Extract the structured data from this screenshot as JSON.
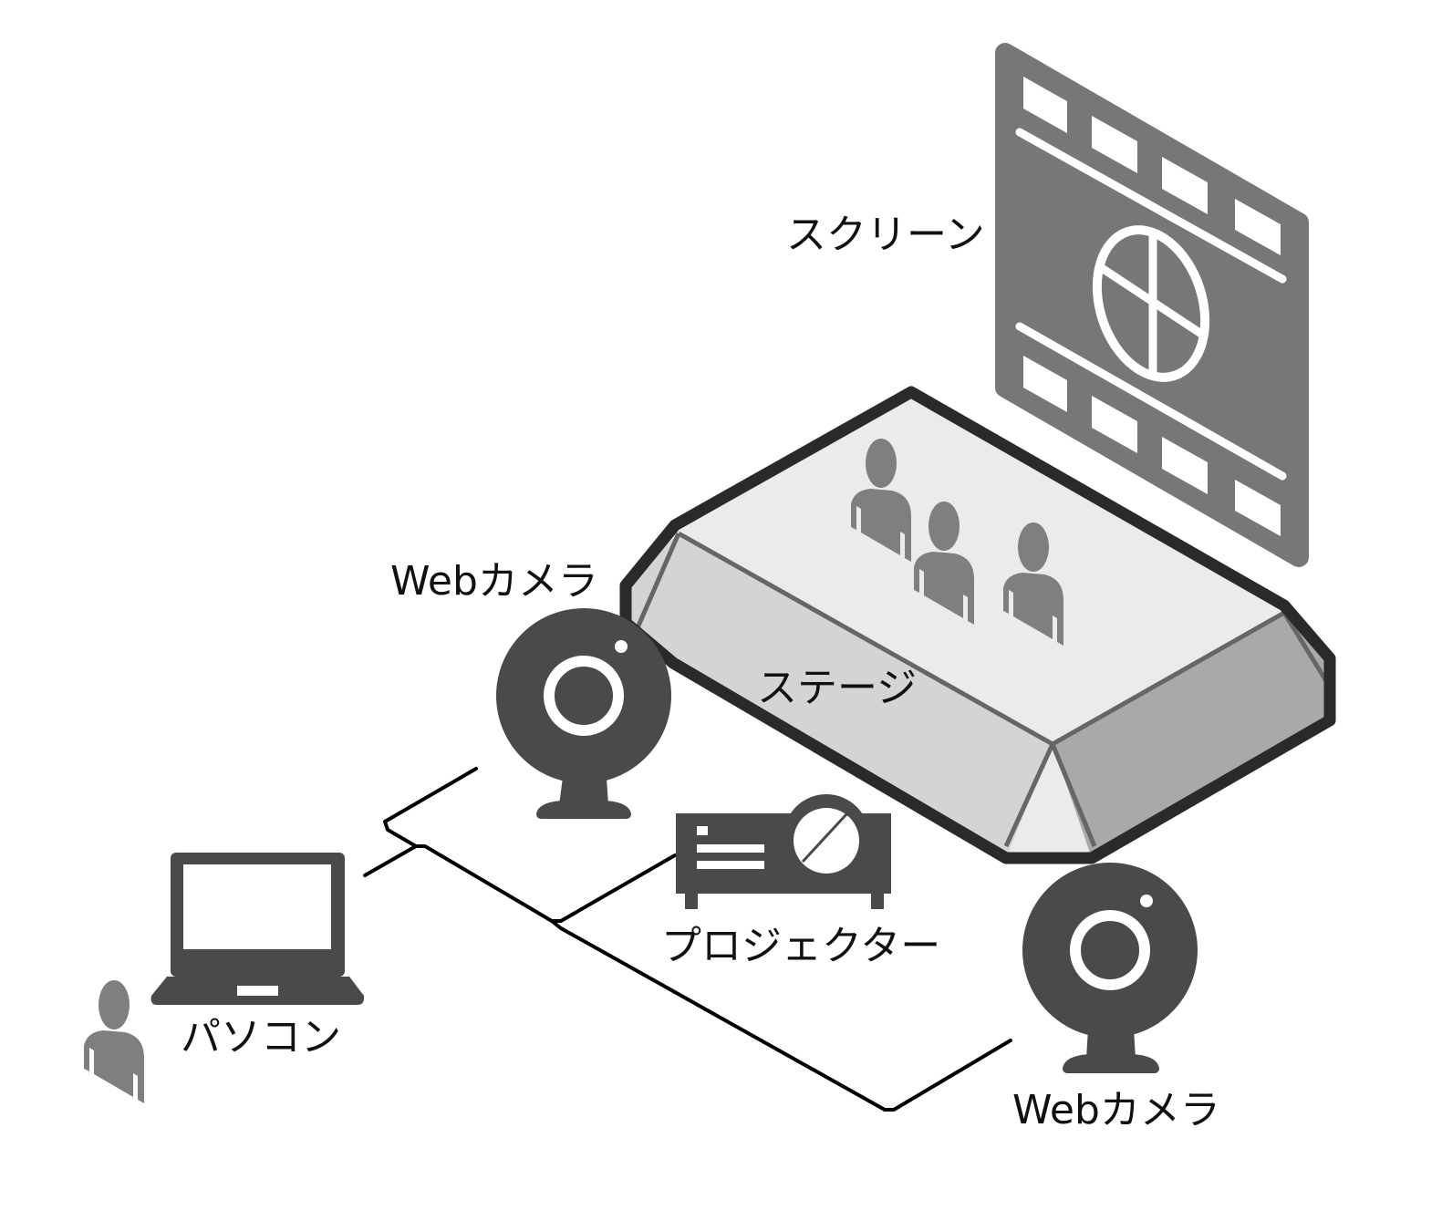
{
  "labels": {
    "screen": "スクリーン",
    "stage": "ステージ",
    "webcam_top": "Webカメラ",
    "webcam_bottom": "Webカメラ",
    "projector": "プロジェクター",
    "pc": "パソコン"
  },
  "colors": {
    "device_dark": "#4a4a4a",
    "screen_gray": "#777777",
    "person_gray": "#7f7f7f",
    "stage_top": "#ebebeb",
    "stage_left_face": "#d4d4d4",
    "stage_right_face": "#a9a9a9",
    "outline": "#2a2a2a",
    "cable": "#000000"
  },
  "icons": {
    "screen": "film-screen-icon",
    "audience": "person-icon",
    "webcam": "webcam-icon",
    "projector": "projector-icon",
    "pc": "laptop-icon",
    "user": "person-icon"
  }
}
